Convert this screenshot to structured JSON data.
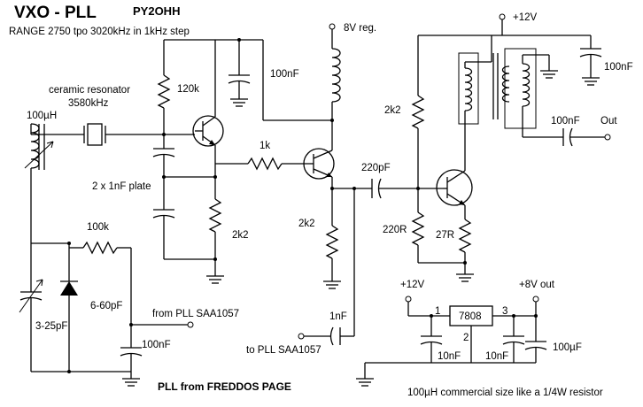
{
  "title": "VXO - PLL",
  "callsign": "PY2OHH",
  "subtitle": "RANGE 2750 tpo 3020kHz in 1kHz step",
  "footer_credit": "PLL from FREDDOS PAGE",
  "footer_note": "100µH commercial size like a 1/4W resistor",
  "labels": {
    "supply_8v": "8V reg.",
    "supply_12v_top": "+12V",
    "resonator": "ceramic resonator",
    "resonator_freq": "3580kHz",
    "inductor_100uh": "100µH",
    "r_120k": "120k",
    "cap_plate": "2 x 1nF plate",
    "r_2k2_left": "2k2",
    "c_100nF_top": "100nF",
    "r_1k": "1k",
    "r_2k2_mid": "2k2",
    "c_220pF": "220pF",
    "r_2k2_right": "2k2",
    "r_220R": "220R",
    "r_27R": "27R",
    "c_100nF_right": "100nF",
    "c_100nF_out": "100nF",
    "out": "Out",
    "r_100k": "100k",
    "c_6_60pF": "6-60pF",
    "c_3_25pF": "3-25pF",
    "from_pll": "from PLL SAA1057",
    "c_100nF_low": "100nF",
    "c_1nF": "1nF",
    "to_pll": "to PLL SAA1057",
    "supply_12v_reg": "+12V",
    "supply_8v_out": "+8V out",
    "regulator": "7808",
    "pin1": "1",
    "pin2": "2",
    "pin3": "3",
    "c_10nF_a": "10nF",
    "c_10nF_b": "10nF",
    "c_100uF": "100µF"
  }
}
